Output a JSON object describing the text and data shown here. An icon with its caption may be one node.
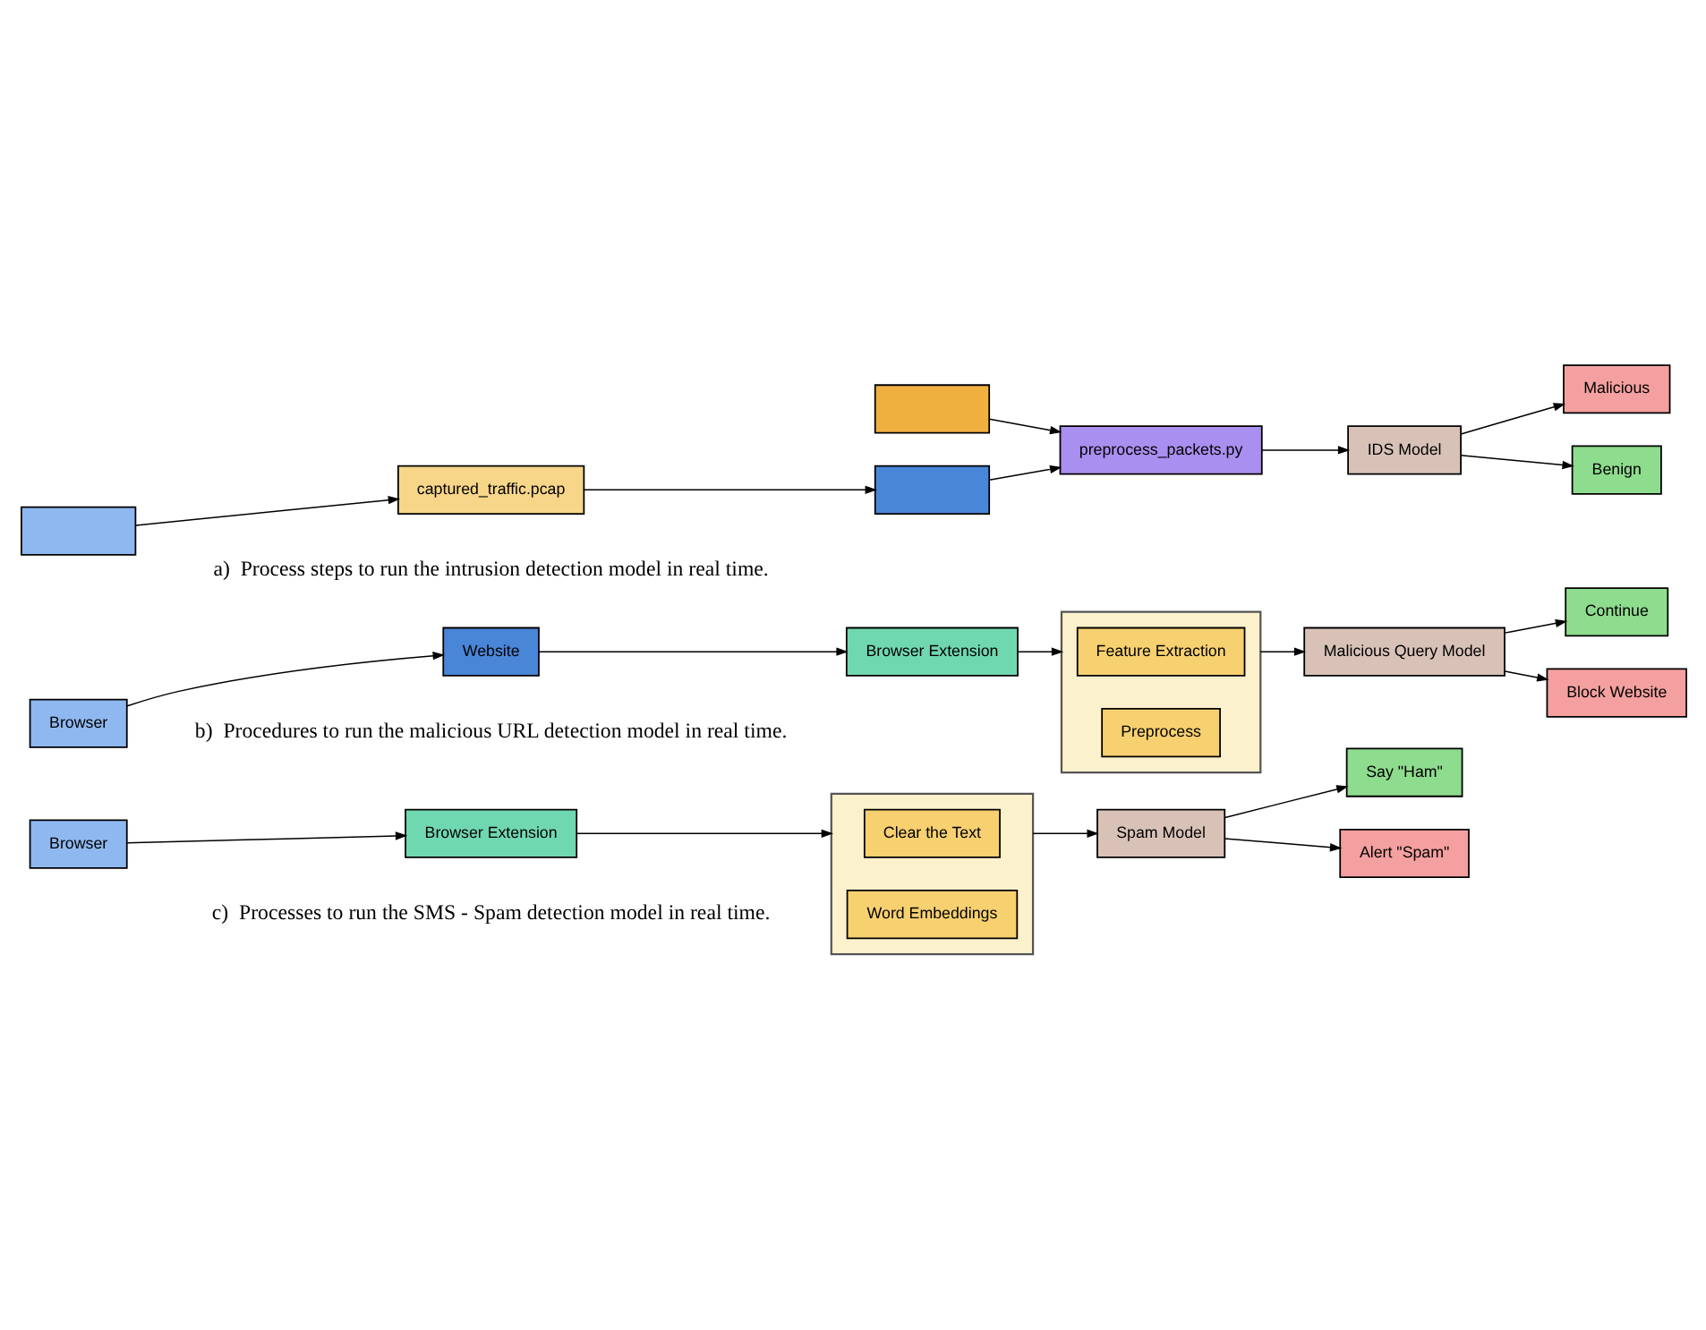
{
  "diagram": {
    "nodes": [
      {
        "text": [],
        "shape": "box"
      },
      {
        "text": [
          "captured_traffic.pcap"
        ]
      },
      {
        "text": [],
        "shape": "box"
      },
      {
        "text": [],
        "shape": "box"
      },
      {
        "text": [
          "preprocess_packets.py"
        ]
      },
      {
        "text": [
          "IDS Model"
        ]
      },
      {
        "text": [
          "Benign"
        ]
      },
      {
        "text": [
          "Malicious"
        ]
      },
      {
        "text": [
          "Browser"
        ]
      },
      {
        "text": [
          "Website"
        ]
      },
      {
        "text": [
          "Browser Extension"
        ]
      },
      {
        "text": [],
        "shape": "box"
      },
      {
        "text": [
          "Feature Extraction"
        ],
        "in": 11
      },
      {
        "text": [
          "Preprocess"
        ],
        "in": 11
      },
      {
        "text": [
          "Malicious Query Model"
        ]
      },
      {
        "text": [
          "Block Website"
        ]
      },
      {
        "text": [
          "Continue"
        ]
      },
      {
        "text": [
          "Browser"
        ]
      },
      {
        "text": [
          "Browser Extension"
        ]
      },
      {
        "text": [],
        "shape": "box"
      },
      {
        "text": [
          "Clear the Text"
        ],
        "in": 19
      },
      {
        "text": [
          "Word Embeddings"
        ],
        "in": 19
      },
      {
        "text": [
          "Spam Model"
        ]
      },
      {
        "text": [
          "Alert \"Spam\""
        ]
      },
      {
        "text": [
          "Say \"Ham\""
        ]
      }
    ],
    "edges": [
      {
        "from": 0,
        "to": 1,
        "arrow": "to"
      },
      {
        "from": 1,
        "to": 2,
        "arrow": "to"
      },
      {
        "from": 2,
        "to": 4,
        "arrow": "to"
      },
      {
        "from": 3,
        "to": 4,
        "arrow": "to"
      },
      {
        "from": 4,
        "to": 5,
        "arrow": "to"
      },
      {
        "from": 5,
        "to": 6,
        "arrow": "to"
      },
      {
        "from": 5,
        "to": 7,
        "arrow": "to"
      },
      {
        "from": 8,
        "to": 9,
        "arrow": "to"
      },
      {
        "from": 9,
        "to": 10,
        "arrow": "to"
      },
      {
        "from": 10,
        "to": 11,
        "arrow": "to"
      },
      {
        "from": 11,
        "to": 14,
        "arrow": "to"
      },
      {
        "from": 14,
        "to": 15,
        "arrow": "to"
      },
      {
        "from": 14,
        "to": 16,
        "arrow": "to"
      },
      {
        "from": 17,
        "to": 18,
        "arrow": "to"
      },
      {
        "from": 18,
        "to": 19,
        "arrow": "to"
      },
      {
        "from": 19,
        "to": 22,
        "arrow": "to"
      },
      {
        "from": 22,
        "to": 23,
        "arrow": "to"
      },
      {
        "from": 22,
        "to": 24,
        "arrow": "to"
      }
    ],
    "labels": [
      "a)  Process steps to run the intrusion detection model in real time.",
      "b)  Procedures to run the malicious URL detection model in real time.",
      "c)  Processes to run the SMS - Spam detection model in real time."
    ]
  }
}
